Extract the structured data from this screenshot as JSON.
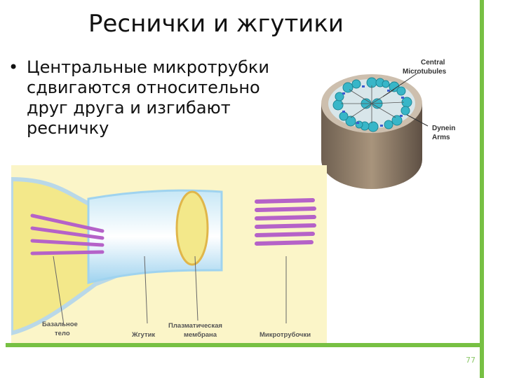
{
  "slide": {
    "title": "Реснички и жгутики",
    "bullet_symbol": "•",
    "bullet_text": "Центральные микротрубки\nсдвигаются относительно\nдруг друга и изгибают\nресничку",
    "page_number": "77"
  },
  "figure_cilium": {
    "labels": {
      "basal_body_line1": "Базальное",
      "basal_body_line2": "тело",
      "flagellum": "Жгутик",
      "membrane_line1": "Плазматическая",
      "membrane_line2": "мембрана",
      "microtubules": "Микротрубочки"
    }
  },
  "figure_axoneme": {
    "labels": {
      "central_line1": "Central",
      "central_line2": "Microtubules",
      "dynein_line1": "Dynein",
      "dynein_line2": "Arms"
    }
  },
  "colors": {
    "accent_green": "#77c043",
    "microtubule_purple": "#b562c8",
    "membrane_blue": "#9fd3ef",
    "cytoplasm_yellow": "#f3e88a",
    "microtubule_cyan": "#38b6c8",
    "cylinder_brown": "#8c7a66"
  }
}
